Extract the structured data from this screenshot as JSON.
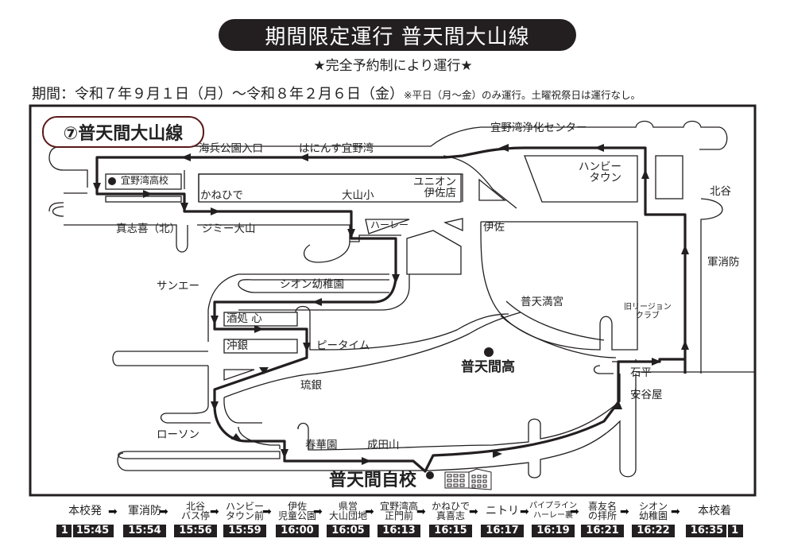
{
  "header": {
    "title": "期間限定運行 普天間大山線",
    "subtitle": "★完全予約制により運行★",
    "period_label": "期間：令和７年９月１日（月）～令和８年２月６日（金）",
    "period_note": "※平日（月～金）のみ運行。土曜祝祭日は運行なし。"
  },
  "map": {
    "route_name": "⑦普天間大山線",
    "route_color": "#231f20",
    "route_pill_border": "#5a1a1a",
    "labels": {
      "kaihei": "海兵公園入口",
      "haninsu": "はにんす宜野湾",
      "jouka": "宜野湾浄化センター",
      "ginowan_hs": "宜野湾高校",
      "kanehide": "かねひで",
      "oyama_elem": "大山小",
      "union_1": "ユニオン",
      "union_2": "伊佐店",
      "hanby_1": "ハンビー",
      "hanby_2": "タウン",
      "chatan": "北谷",
      "mashiki": "真志喜（北）",
      "jimmy": "ジミー大山",
      "harley": "ハーレー",
      "isa": "伊佐",
      "gunshobo": "軍消防",
      "sanei": "サンエー",
      "zion": "シオン幼稚園",
      "futenma_shrine": "普天満宮",
      "regency_1": "旧リージョン",
      "regency_2": "クラブ",
      "sakedokoro": "酒処 心",
      "okigin": "沖銀",
      "peatime": "ピータイム",
      "futenma_hs": "普天間高",
      "ishihira": "石平",
      "adaniya": "安谷屋",
      "ryugin": "琉銀",
      "lawson": "ローソン",
      "shunkaen": "春華園",
      "naritasan": "成田山",
      "school": "普天間自校"
    },
    "icons": [
      "school-dot-icon",
      "building-icon",
      "direction-arrow-icon"
    ]
  },
  "schedule": {
    "bus_number": "1",
    "stops": [
      {
        "name": "本校発",
        "time": "15:45"
      },
      {
        "name": "軍消防",
        "time": "15:54"
      },
      {
        "name": "北谷\nバス停",
        "time": "15:56"
      },
      {
        "name": "ハンビー\nタウン前",
        "time": "15:59"
      },
      {
        "name": "伊佐\n児童公園",
        "time": "16:00"
      },
      {
        "name": "県営\n大山団地",
        "time": "16:05"
      },
      {
        "name": "宜野湾高\n正門前",
        "time": "16:13"
      },
      {
        "name": "かねひで\n真喜志",
        "time": "16:15"
      },
      {
        "name": "ニトリ",
        "time": "16:17"
      },
      {
        "name": "パイプライン\nハーレー裏",
        "time": "16:19"
      },
      {
        "name": "喜友名\nの拝所",
        "time": "16:21"
      },
      {
        "name": "シオン\n幼稚園",
        "time": "16:22"
      },
      {
        "name": "本校着",
        "time": "16:35"
      }
    ]
  }
}
